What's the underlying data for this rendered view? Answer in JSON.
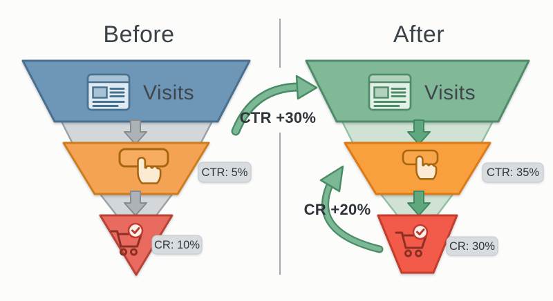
{
  "before": {
    "title": "Before",
    "visits_label": "Visits",
    "ctr_badge": "CTR: 5%",
    "cr_badge": "CR: 10%"
  },
  "after": {
    "title": "After",
    "visits_label": "Visits",
    "ctr_badge": "CTR: 35%",
    "cr_badge": "CR: 30%"
  },
  "annotations": {
    "ctr_gain": "CTR +30%",
    "cr_gain": "CR +20%"
  },
  "metrics": {
    "before": {
      "ctr": "5%",
      "cr": "10%"
    },
    "after": {
      "ctr": "35%",
      "cr": "30%"
    },
    "ctr_change": "+30%",
    "cr_change": "+20%"
  },
  "icons": {
    "visits": "webpage-icon",
    "clicks": "click-hand-icon",
    "purchase": "cart-check-icon",
    "flow": "arrow-down-icon",
    "improvement": "curved-arrow-icon"
  },
  "colors": {
    "background": "#FCFCFB",
    "divider": "#A2A8AD",
    "title_text": "#3A4147",
    "label_text": "#3F464C",
    "annotation_text": "#2E3439",
    "badge_bg": "#D9DCDE",
    "badge_border": "#C4C9CC",
    "badge_text": "#30373C",
    "blue_fill": "#6E96B7",
    "blue_stroke": "#49708F",
    "gray_fill": "#D3D7DA",
    "gray_stroke": "#9BA2A7",
    "gray_arrow_fill": "#ACB2B6",
    "gray_arrow_stroke": "#868D91",
    "orange_fill": "#F4A355",
    "orange_stroke": "#CE7D1E",
    "orange_after_fill": "#F89F3E",
    "orange_after_stroke": "#DE7A15",
    "red_fill": "#E96B5F",
    "red_stroke": "#B84334",
    "red_after_fill": "#F25A4A",
    "red_after_stroke": "#C43C2B",
    "green_fill": "#80B898",
    "green_stroke": "#4E8B67",
    "green_light_fill": "#CFE2D4",
    "green_light_stroke": "#92BFA2",
    "green_arrow_fill": "#5FA77D",
    "green_arrow_stroke": "#41875F",
    "curve_light": "#7CB796",
    "curve_dark": "#4A8C66",
    "icon_blue_bg": "#DFEAF2",
    "icon_blue_header": "#A9C2D4",
    "icon_blue_stroke": "#47728F",
    "icon_green_bg": "#E3F0E7",
    "icon_green_header": "#B2D2BD",
    "icon_green_stroke": "#4F8C68",
    "button_fill_before": "#F6AC5E",
    "button_fill_after": "#F9A54A",
    "icon_orange_stroke": "#A8650F",
    "hand_fill": "#FCEBD3",
    "cart_stroke": "#8E2F23",
    "check_bg": "#FBF0EC",
    "check_stroke": "#C0392B"
  }
}
